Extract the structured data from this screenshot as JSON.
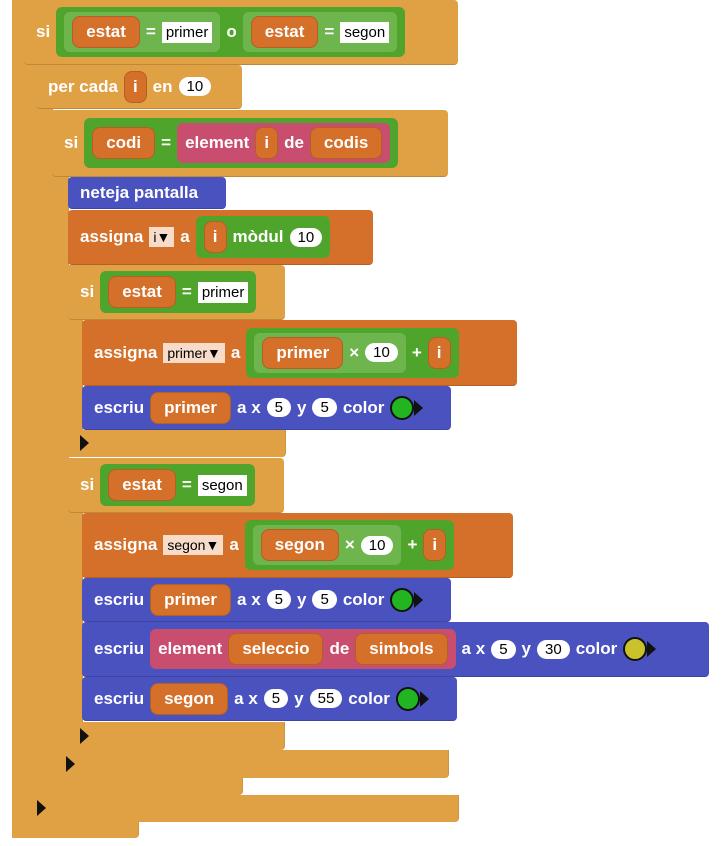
{
  "if1": {
    "kw": "si",
    "lvar": "estat",
    "lop": "=",
    "ltext": "primer",
    "logic": "o",
    "rvar": "estat",
    "rop": "=",
    "rtext": "segon"
  },
  "for": {
    "kw": "per cada",
    "var": "i",
    "in": "en",
    "count": "10"
  },
  "if2": {
    "kw": "si",
    "var": "codi",
    "op": "=",
    "elem": "element",
    "idx": "i",
    "de": "de",
    "list": "codis"
  },
  "clear": {
    "label": "neteja pantalla"
  },
  "set_i": {
    "kw": "assigna",
    "target": "i",
    "a": "a",
    "var": "i",
    "op": "mòdul",
    "num": "10"
  },
  "if3": {
    "kw": "si",
    "var": "estat",
    "op": "=",
    "text": "primer"
  },
  "set_primer": {
    "kw": "assigna",
    "target": "primer",
    "a": "a",
    "var": "primer",
    "mul": "×",
    "num": "10",
    "plus": "+",
    "add": "i"
  },
  "print1": {
    "kw": "escriu",
    "var": "primer",
    "ax": "a x",
    "x": "5",
    "ykw": "y",
    "y": "5",
    "ckw": "color",
    "color": "#22b522"
  },
  "if4": {
    "kw": "si",
    "var": "estat",
    "op": "=",
    "text": "segon"
  },
  "set_segon": {
    "kw": "assigna",
    "target": "segon",
    "a": "a",
    "var": "segon",
    "mul": "×",
    "num": "10",
    "plus": "+",
    "add": "i"
  },
  "print2": {
    "kw": "escriu",
    "var": "primer",
    "ax": "a x",
    "x": "5",
    "ykw": "y",
    "y": "5",
    "ckw": "color",
    "color": "#22b522"
  },
  "print3": {
    "kw": "escriu",
    "elem": "element",
    "var": "seleccio",
    "de": "de",
    "list": "simbols",
    "ax": "a x",
    "x": "5",
    "ykw": "y",
    "y": "30",
    "ckw": "color",
    "color": "#c9c22a"
  },
  "print4": {
    "kw": "escriu",
    "var": "segon",
    "ax": "a x",
    "x": "5",
    "ykw": "y",
    "y": "55",
    "ckw": "color",
    "color": "#22b522"
  }
}
